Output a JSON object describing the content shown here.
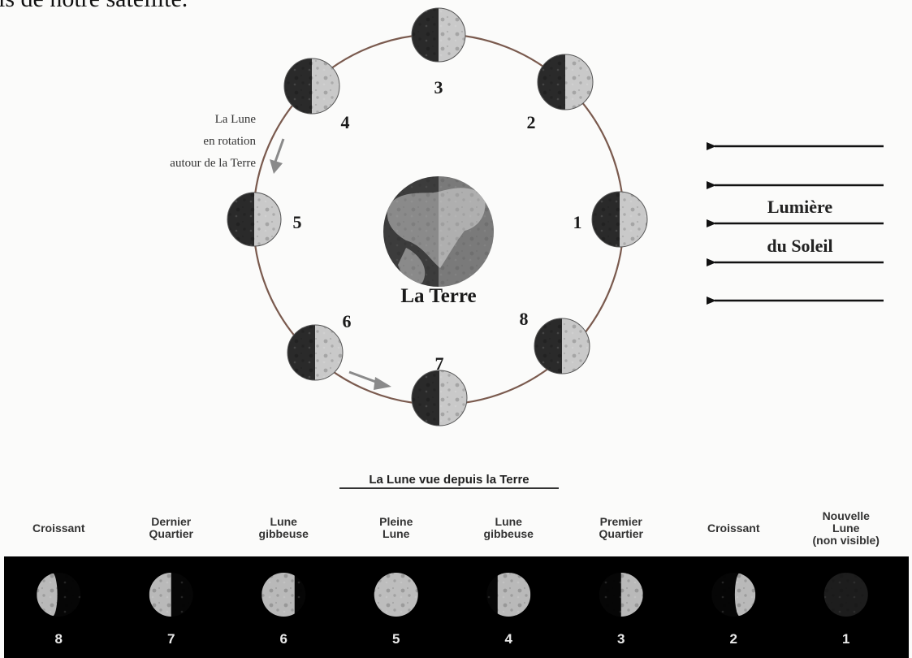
{
  "caption_fragment": "is de notre satellite.",
  "earth_label": "La Terre",
  "rotation_note": [
    "La Lune",
    "en rotation",
    "autour de la Terre"
  ],
  "sunlight_label": [
    "Lumière",
    "du Soleil"
  ],
  "orbit_positions": [
    {
      "number": "1",
      "lit": "right",
      "dark": "left"
    },
    {
      "number": "2",
      "lit": "right",
      "dark": "left"
    },
    {
      "number": "3",
      "lit": "right",
      "dark": "left"
    },
    {
      "number": "4",
      "lit": "right",
      "dark": "left"
    },
    {
      "number": "5",
      "lit": "right",
      "dark": "left"
    },
    {
      "number": "6",
      "lit": "right",
      "dark": "left"
    },
    {
      "number": "7",
      "lit": "right",
      "dark": "left"
    },
    {
      "number": "8",
      "lit": "right",
      "dark": "left"
    }
  ],
  "strip": {
    "title": "La Lune vue depuis la Terre",
    "phases": [
      {
        "name": "Croissant",
        "number": "8",
        "illumination": 0.35,
        "lit_side": "left"
      },
      {
        "name": "Dernier\nQuartier",
        "number": "7",
        "illumination": 0.5,
        "lit_side": "left"
      },
      {
        "name": "Lune\ngibbeuse",
        "number": "6",
        "illumination": 0.75,
        "lit_side": "left"
      },
      {
        "name": "Pleine\nLune",
        "number": "5",
        "illumination": 1.0,
        "lit_side": "full"
      },
      {
        "name": "Lune\ngibbeuse",
        "number": "4",
        "illumination": 0.75,
        "lit_side": "right"
      },
      {
        "name": "Premier\nQuartier",
        "number": "3",
        "illumination": 0.5,
        "lit_side": "right"
      },
      {
        "name": "Croissant",
        "number": "2",
        "illumination": 0.35,
        "lit_side": "right"
      },
      {
        "name": "Nouvelle\nLune\n(non visible)",
        "number": "1",
        "illumination": 0.0,
        "lit_side": "none"
      }
    ]
  },
  "colors": {
    "orbit": "#7a5a4e",
    "moon_dark": "#2a2a2a",
    "moon_lit": "#c9c9c9",
    "earth_ocean": "#3c3c3c",
    "earth_land": "#8a8a8a",
    "arrow": "#8a8a8a"
  }
}
